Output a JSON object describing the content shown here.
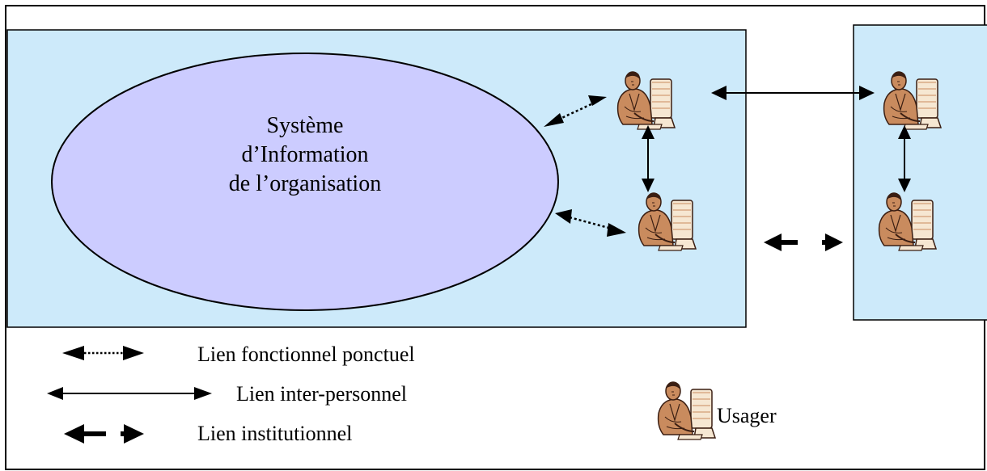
{
  "diagram": {
    "colors": {
      "panel_fill": "#cdeafa",
      "ellipse_fill": "#ccccff",
      "person_skin": "#c98b5e",
      "person_dark": "#3a1e12",
      "monitor_fill": "#f6e7d2",
      "stroke": "#000000"
    },
    "icon": "user-at-computer",
    "system_label": [
      "Système",
      "d’Information",
      "de l’organisation"
    ],
    "legend": {
      "functional": "Lien fonctionnel ponctuel",
      "interpersonal": "Lien inter-personnel",
      "institutional": "Lien institutionnel",
      "user": "Usager"
    }
  }
}
